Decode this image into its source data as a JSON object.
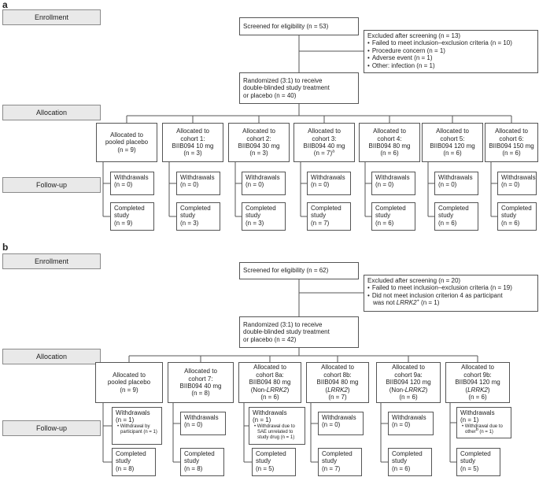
{
  "panel_a": {
    "label": "a",
    "stages": {
      "enrollment": "Enrollment",
      "allocation": "Allocation",
      "followup": "Follow-up"
    },
    "screened": "Screened for eligibility (n = 53)",
    "excluded": {
      "title": "Excluded after screening (n = 13)",
      "bullets": [
        "Failed to meet inclusion–exclusion criteria (n = 10)",
        "Procedure concern (n = 1)",
        "Adverse event (n = 1)",
        "Other: infection (n = 1)"
      ]
    },
    "randomized": [
      "Randomized (3:1) to receive",
      "double-blinded study treatment",
      "or placebo (n = 40)"
    ],
    "allocated": [
      [
        "Allocated to",
        "pooled placebo",
        "(n = 9)"
      ],
      [
        "Allocated to",
        "cohort 1:",
        "BIIB094 10 mg",
        "(n = 3)"
      ],
      [
        "Allocated to",
        "cohort 2:",
        "BIIB094 30 mg",
        "(n = 3)"
      ],
      [
        "Allocated to",
        "cohort 3:",
        "BIIB094 40 mg",
        "(n = 7)"
      ],
      [
        "Allocated to",
        "cohort 4:",
        "BIIB094 80 mg",
        "(n = 6)"
      ],
      [
        "Allocated to",
        "cohort 5:",
        "BIIB094 120 mg",
        "(n = 6)"
      ],
      [
        "Allocated to",
        "cohort 6:",
        "BIIB094 150 mg",
        "(n = 6)"
      ]
    ],
    "footnote_mark_cohort3": "a",
    "withdrawals": [
      [
        "Withdrawals",
        "(n = 0)"
      ],
      [
        "Withdrawals",
        "(n = 0)"
      ],
      [
        "Withdrawals",
        "(n = 0)"
      ],
      [
        "Withdrawals",
        "(n = 0)"
      ],
      [
        "Withdrawals",
        "(n = 0)"
      ],
      [
        "Withdrawals",
        "(n = 0)"
      ],
      [
        "Withdrawals",
        "(n = 0)"
      ]
    ],
    "completed": [
      [
        "Completed",
        "study",
        "(n = 9)"
      ],
      [
        "Completed",
        "study",
        "(n = 3)"
      ],
      [
        "Completed",
        "study",
        "(n = 3)"
      ],
      [
        "Completed",
        "study",
        "(n = 7)"
      ],
      [
        "Completed",
        "study",
        "(n = 6)"
      ],
      [
        "Completed",
        "study",
        "(n = 6)"
      ],
      [
        "Completed",
        "study",
        "(n = 6)"
      ]
    ]
  },
  "panel_b": {
    "label": "b",
    "stages": {
      "enrollment": "Enrollment",
      "allocation": "Allocation",
      "followup": "Follow-up"
    },
    "screened": "Screened for eligibility (n = 62)",
    "excluded": {
      "title": "Excluded after screening (n = 20)",
      "bullet1": "Failed to meet inclusion–exclusion criteria (n = 19)",
      "bullet2_a": "Did not meet inclusion criterion 4 as participant",
      "bullet2_b_pre": "was not ",
      "bullet2_b_gene": "LRRK2",
      "bullet2_b_sup": "+",
      "bullet2_b_post": " (n = 1)"
    },
    "randomized": [
      "Randomized (3:1) to receive",
      "double-blinded study treatment",
      "or placebo (n = 42)"
    ],
    "allocated": [
      {
        "lines": [
          "Allocated to",
          "pooled placebo",
          "(n = 9)"
        ]
      },
      {
        "lines": [
          "Allocated to",
          "cohort 7:",
          "BIIB094 40 mg",
          "(n = 8)"
        ]
      },
      {
        "lines": [
          "Allocated to",
          "cohort 8a:",
          "BIIB094 80 mg",
          "(n = 6)"
        ],
        "gene": {
          "pre": "(Non-",
          "name": "LRRK2",
          "post": ")"
        }
      },
      {
        "lines": [
          "Allocated to",
          "cohort 8b:",
          "BIIB094 80 mg",
          "(n = 7)"
        ],
        "gene": {
          "pre": "(",
          "name": "LRRK2",
          "post": ")"
        }
      },
      {
        "lines": [
          "Allocated to",
          "cohort 9a:",
          "BIIB094 120 mg",
          "(n = 6)"
        ],
        "gene": {
          "pre": "(Non-",
          "name": "LRRK2",
          "post": ")"
        }
      },
      {
        "lines": [
          "Allocated to",
          "cohort 9b:",
          "BIIB094 120 mg",
          "(n = 6)"
        ],
        "gene": {
          "pre": "(",
          "name": "LRRK2",
          "post": ")"
        }
      }
    ],
    "withdrawals": [
      {
        "title": "Withdrawals",
        "n": "(n = 1)",
        "sub": [
          "• Withdrawal by",
          "participant (n = 1)"
        ]
      },
      {
        "title": "Withdrawals",
        "n": "(n = 0)"
      },
      {
        "title": "Withdrawals",
        "n": "(n = 1)",
        "sub": [
          "• Withdrawal due to",
          "SAE unrelated to",
          "study drug (n = 1)"
        ]
      },
      {
        "title": "Withdrawals",
        "n": "(n = 0)"
      },
      {
        "title": "Withdrawals",
        "n": "(n = 0)"
      },
      {
        "title": "Withdrawals",
        "n": "(n = 1)",
        "sub": [
          "• Withdrawal due to",
          "other (n = 1)"
        ],
        "sup": "b"
      }
    ],
    "completed": [
      [
        "Completed",
        "study",
        "(n = 8)"
      ],
      [
        "Completed",
        "study",
        "(n = 8)"
      ],
      [
        "Completed",
        "study",
        "(n = 5)"
      ],
      [
        "Completed",
        "study",
        "(n = 7)"
      ],
      [
        "Completed",
        "study",
        "(n = 6)"
      ],
      [
        "Completed",
        "study",
        "(n = 5)"
      ]
    ]
  }
}
